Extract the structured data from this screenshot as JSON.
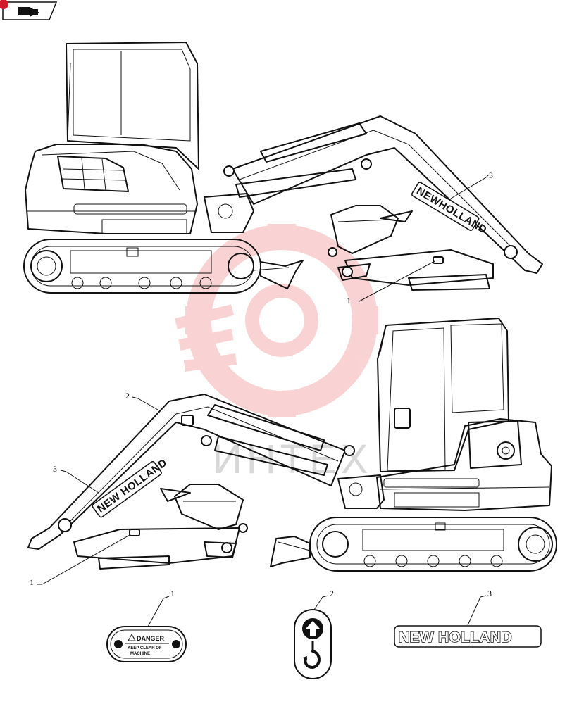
{
  "callouts": {
    "top_view_1": "1",
    "top_view_3": "3",
    "bottom_view_1": "1",
    "bottom_view_2": "2",
    "bottom_view_3": "3",
    "decal_1": "1",
    "decal_2": "2",
    "decal_3": "3"
  },
  "decals": {
    "brand": "NEW HOLLAND",
    "boom_brand_top": "NEWHOLLAND",
    "boom_brand_bottom": "NEW HOLLAND",
    "danger_title": "DANGER",
    "danger_line1": "KEEP CLEAR OF",
    "danger_line2": "MACHINE"
  },
  "watermark": {
    "text": "ИНТЕХ",
    "color": "#e8363c"
  }
}
